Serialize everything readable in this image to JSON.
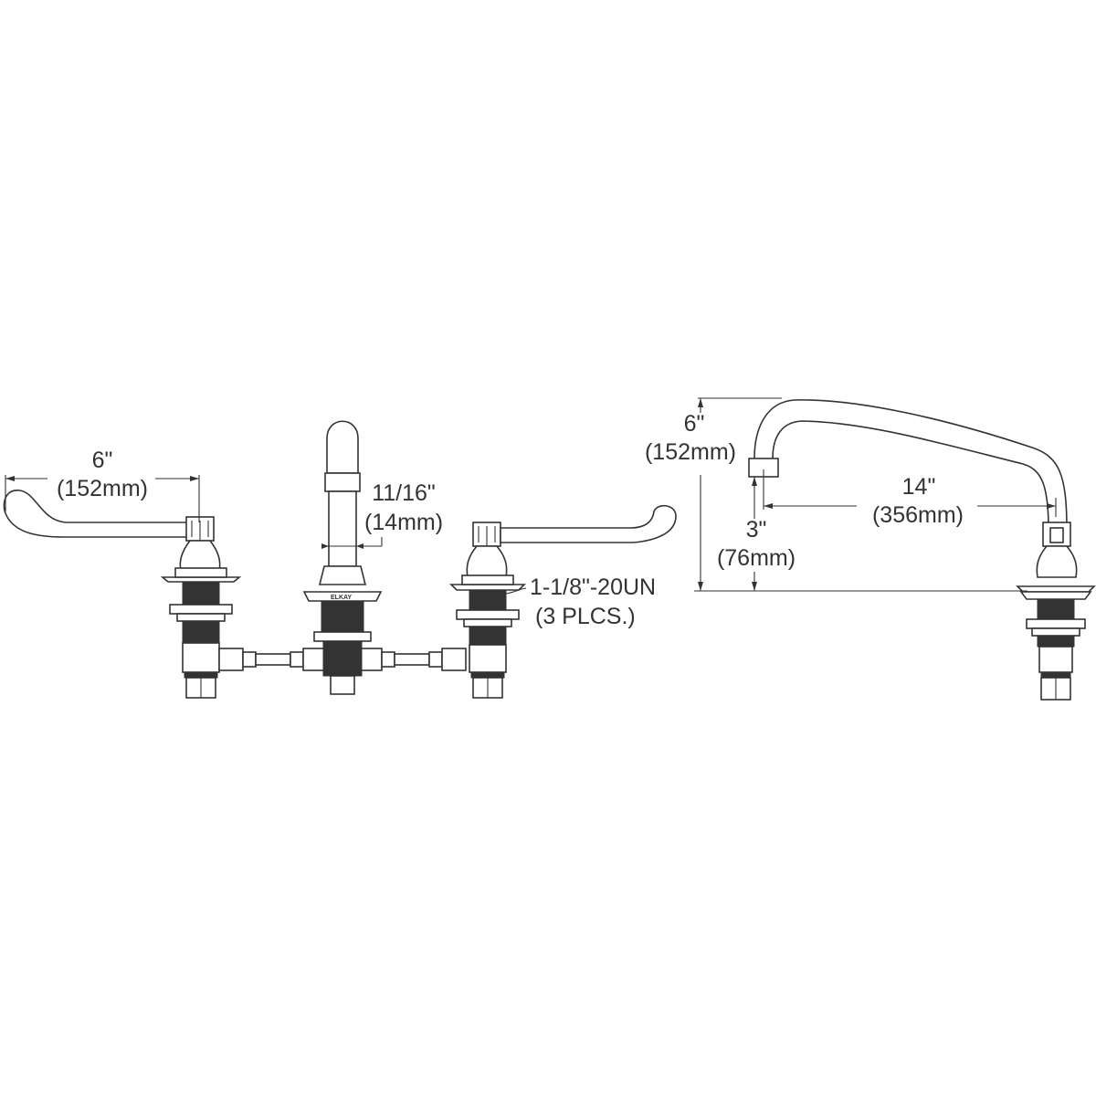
{
  "figure": {
    "type": "technical-dimension-drawing",
    "subject": "Widespread faucet with wristblade handles and swing spout (front and side views)",
    "line_color": "#333333",
    "background": "#ffffff",
    "brand_mark_on_flange": "ELKAY"
  },
  "front_view": {
    "handle_reach": {
      "inches": "6\"",
      "mm": "(152mm)"
    },
    "spout_diameter": {
      "inches": "11/16\"",
      "mm": "(14mm)"
    },
    "thread_spec": {
      "line1": "1-1/8\"-20UN",
      "line2": "(3 PLCS.)"
    }
  },
  "side_view": {
    "spout_height": {
      "inches": "6\"",
      "mm": "(152mm)"
    },
    "outlet_clearance": {
      "inches": "3\"",
      "mm": "(76mm)"
    },
    "spout_reach": {
      "inches": "14\"",
      "mm": "(356mm)"
    }
  }
}
